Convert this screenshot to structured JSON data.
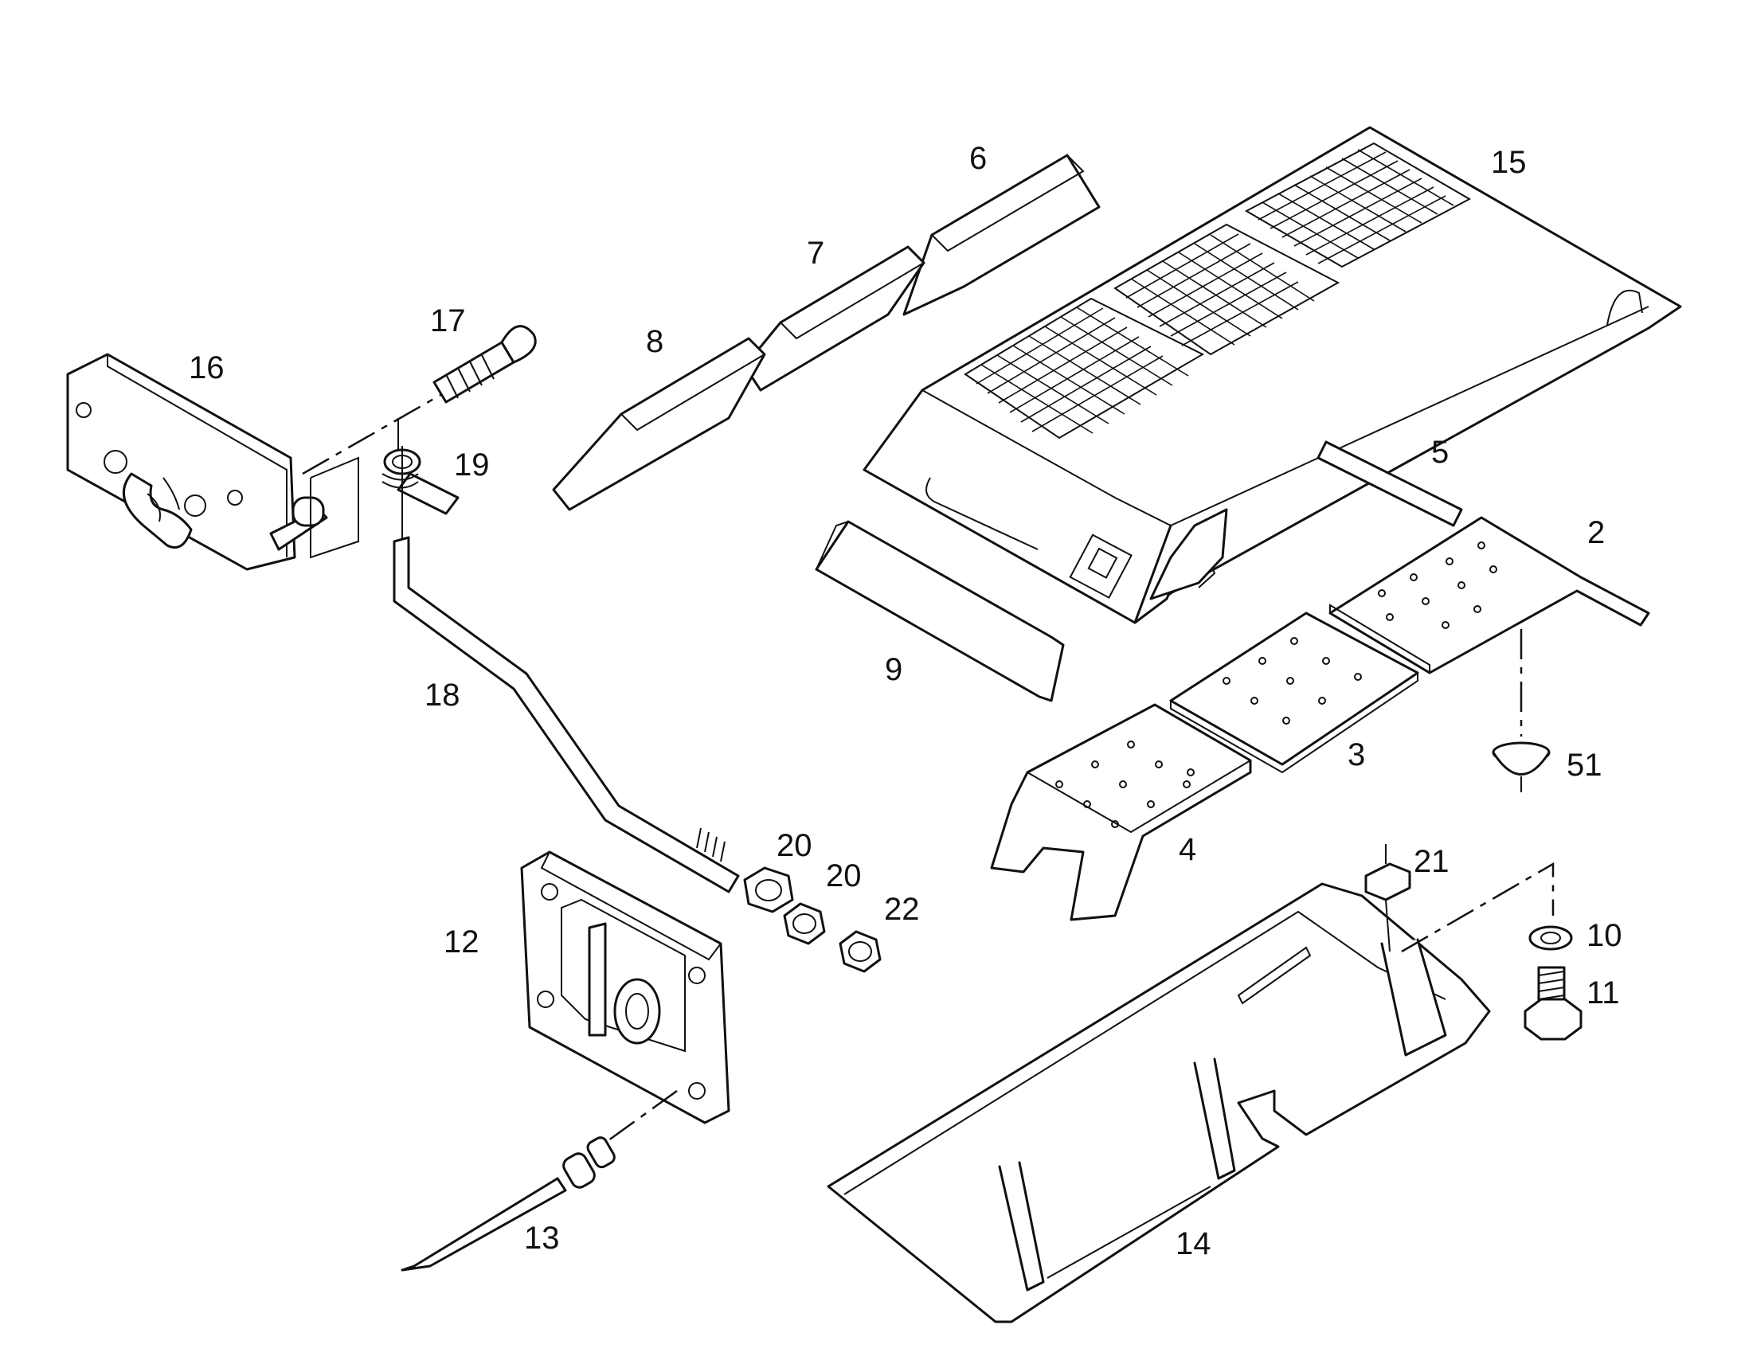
{
  "callouts": [
    {
      "id": "2",
      "text": "2"
    },
    {
      "id": "3",
      "text": "3"
    },
    {
      "id": "4",
      "text": "4"
    },
    {
      "id": "5",
      "text": "5"
    },
    {
      "id": "6",
      "text": "6"
    },
    {
      "id": "7",
      "text": "7"
    },
    {
      "id": "8",
      "text": "8"
    },
    {
      "id": "9",
      "text": "9"
    },
    {
      "id": "10",
      "text": "10"
    },
    {
      "id": "11",
      "text": "11"
    },
    {
      "id": "12",
      "text": "12"
    },
    {
      "id": "13",
      "text": "13"
    },
    {
      "id": "14",
      "text": "14"
    },
    {
      "id": "15",
      "text": "15"
    },
    {
      "id": "16",
      "text": "16"
    },
    {
      "id": "17",
      "text": "17"
    },
    {
      "id": "18",
      "text": "18"
    },
    {
      "id": "19",
      "text": "19"
    },
    {
      "id": "20a",
      "text": "20"
    },
    {
      "id": "20b",
      "text": "20"
    },
    {
      "id": "21",
      "text": "21"
    },
    {
      "id": "22",
      "text": "22"
    },
    {
      "id": "51",
      "text": "51"
    }
  ],
  "colors": {
    "line": "#111111",
    "background": "#ffffff"
  }
}
